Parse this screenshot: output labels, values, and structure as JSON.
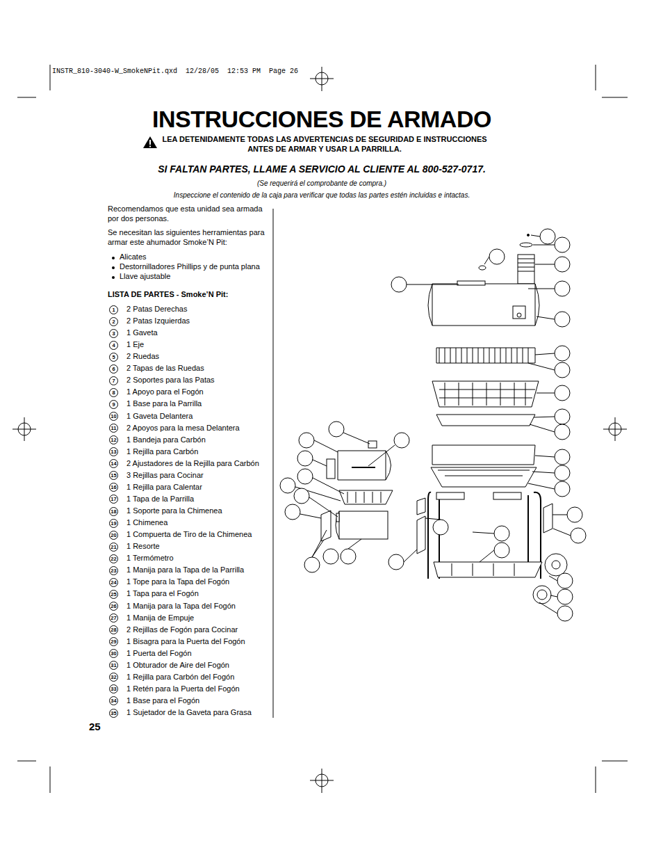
{
  "diagram": {
    "title": "INSTRUCCIONES DE ARMADO",
    "labels": [
      "INSTR_810-3040-W_SmokeNPit.qxd  12/28/05  12:53 PM  Page 26",
      "LEA DETENIDAMENTE TODAS LAS ADVERTENCIAS DE SEGURIDAD E INSTRUCCIONES ANTES DE ARMAR Y USAR LA PARRILLA.",
      "SI FALTAN PARTES, LLAME A SERVICIO AL CLIENTE AL 800-527-0717.",
      "(Se requerirá el comprobante de compra.)",
      "Inspeccione el contenido de la caja para verificar que todas las partes estén incluidas e intactas.",
      "Recomendamos que esta unidad sea armada por dos personas.",
      "Se necesitan las siguientes herramientas para armar este ahumador Smoke’N Pit:",
      "Alicates",
      "Destornilladores Phillips y de punta plana",
      "Llave ajustable",
      "LISTA DE PARTES - Smoke’N Pit:",
      "1",
      "2 Patas Derechas",
      "2",
      "2 Patas Izquierdas",
      "3",
      "1 Gaveta",
      "4",
      "1 Eje",
      "5",
      "2 Ruedas",
      "6",
      "2 Tapas de las Ruedas",
      "7",
      "2 Soportes para las Patas",
      "8",
      "1 Apoyo para el Fogón",
      "9",
      "1 Base para la Parrilla",
      "10",
      "1 Gaveta Delantera",
      "11",
      "2 Apoyos para la mesa Delantera",
      "12",
      "1 Bandeja para Carbón",
      "13",
      "1 Rejilla para Carbón",
      "14",
      "2 Ajustadores de la Rejilla para Carbón",
      "15",
      "3 Rejillas para Cocinar",
      "16",
      "1 Rejilla para Calentar",
      "17",
      "1 Tapa de la Parrilla",
      "18",
      "1 Soporte para la Chimenea",
      "19",
      "1 Chimenea",
      "20",
      "1 Compuerta de Tiro de la Chimenea",
      "21",
      "1 Resorte",
      "22",
      "1 Termómetro",
      "23",
      "1 Manija para la Tapa de la Parrilla",
      "24",
      "1 Tope para la Tapa del Fogón",
      "25",
      "1 Tapa para el Fogón",
      "26",
      "1 Manija para la Tapa del Fogón",
      "27",
      "1 Manija de Empuje",
      "28",
      "2 Rejillas de Fogón para Cocinar",
      "29",
      "1 Bisagra para la Puerta del Fogón",
      "30",
      "1 Puerta del Fogón",
      "31",
      "1 Obturador de Aire del Fogón",
      "32",
      "1 Rejilla para Carbón del Fogón",
      "33",
      "1 Retén para la Puerta del Fogón",
      "34",
      "1 Base para el Fogón",
      "35",
      "1 Sujetador de la Gaveta para Grasa",
      "25"
    ]
  }
}
